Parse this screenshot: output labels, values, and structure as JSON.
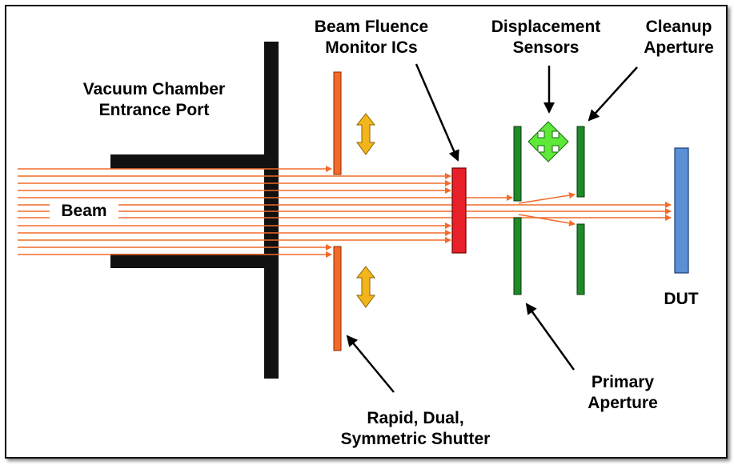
{
  "labels": {
    "vacuum_port": [
      "Vacuum Chamber",
      "Entrance Port"
    ],
    "beam": "Beam",
    "fluence_monitor": [
      "Beam Fluence",
      "Monitor ICs"
    ],
    "displacement_sensors": [
      "Displacement",
      "Sensors"
    ],
    "cleanup_aperture": [
      "Cleanup",
      "Aperture"
    ],
    "dut": "DUT",
    "primary_aperture": [
      "Primary",
      "Aperture"
    ],
    "shutter": [
      "Rapid, Dual,",
      "Symmetric Shutter"
    ]
  },
  "colors": {
    "beam": "#f26b2a",
    "chamber": "#111111",
    "shutter": "#f26b2a",
    "monitor": "#e8202a",
    "aperture": "#1e8a28",
    "dut": "#5b8fd6",
    "shutter_arrow": "#f2b51c",
    "sensor_arrow": "#5ee83a",
    "pointer": "#000000"
  },
  "icons": {
    "shutter_motion": "double-arrow-vertical-icon",
    "sensor_motion": "four-way-arrow-icon"
  }
}
